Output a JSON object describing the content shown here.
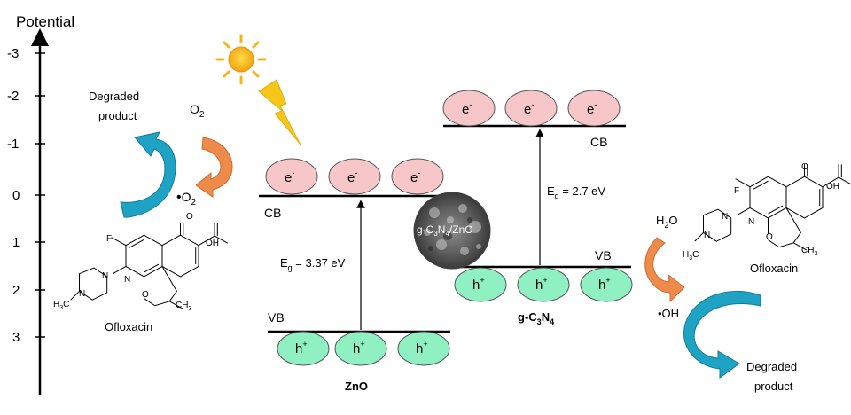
{
  "axis": {
    "title": "Potential",
    "ticks": [
      "-3",
      "-2",
      "-1",
      "0",
      "1",
      "2",
      "3"
    ]
  },
  "left_cycle": {
    "degraded_line1": "Degraded",
    "degraded_line2": "product",
    "oxygen": "O",
    "oxygen_sub": "2",
    "superoxide_dot": "•",
    "superoxide": "O",
    "superoxide_sub": "2",
    "molecule_name": "Ofloxacin"
  },
  "zno": {
    "name": "ZnO",
    "cb_label": "CB",
    "vb_label": "VB",
    "gap_prefix": "E",
    "gap_sub": "g",
    "gap_value": " = 3.37 eV",
    "electron": "e",
    "electron_sup": "-",
    "hole": "h",
    "hole_sup": "+"
  },
  "gcn": {
    "name_g": "g-C",
    "name_sub3": "3",
    "name_n": "N",
    "name_sub4": "4",
    "cb_label": "CB",
    "vb_label": "VB",
    "gap_prefix": "E",
    "gap_sub": "g",
    "gap_value": " = 2.7 eV",
    "electron": "e",
    "electron_sup": "-",
    "hole": "h",
    "hole_sup": "+"
  },
  "composite": {
    "label_main": "g-C",
    "label_sub3": "3",
    "label_mid": "N",
    "label_sub4": "4",
    "label_end": "/ZnO"
  },
  "right_cycle": {
    "water": "H",
    "water_sub": "2",
    "water_end": "O",
    "hydroxyl": "•OH",
    "degraded_line1": "Degraded",
    "degraded_line2": "product",
    "molecule_name": "Ofloxacin"
  },
  "molecule_atoms": {
    "f": "F",
    "o": "O",
    "oh": "OH",
    "n": "N",
    "h3c": "H",
    "h3c_sub": "3",
    "h3c_c": "C",
    "ch3": "CH",
    "ch3_sub": "3"
  },
  "colors": {
    "electron_fill": "#f7c6c8",
    "hole_fill": "#8ff0c2",
    "orange_arrow": "#ee8a4a",
    "blue_arrow": "#1ea3c4",
    "sun": "#f6b31b",
    "lightning": "#f5c518"
  }
}
